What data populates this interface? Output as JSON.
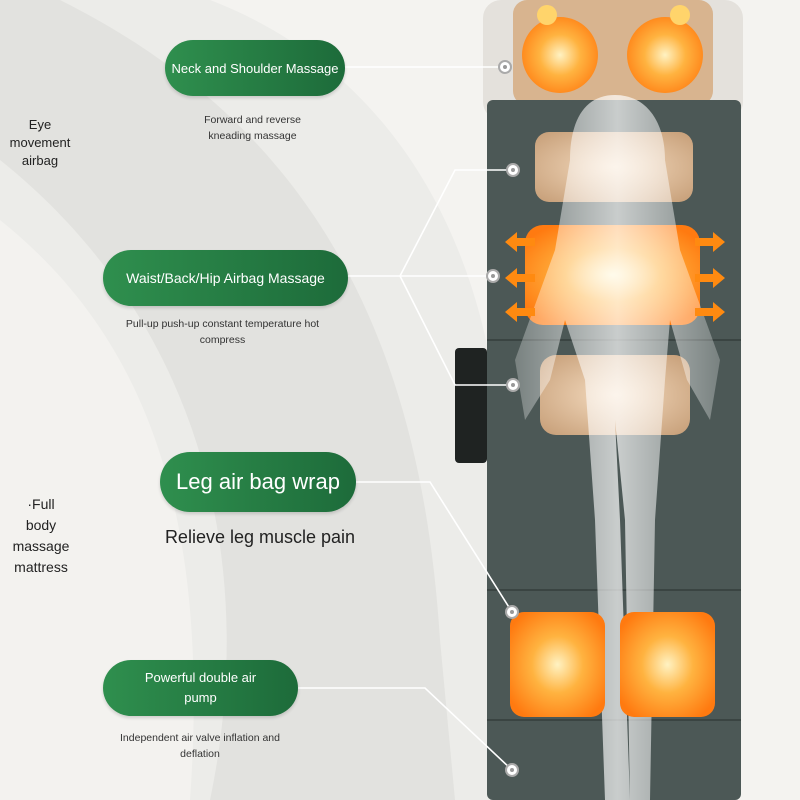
{
  "side_labels": {
    "eye": "Eye\nmovement\nairbag",
    "mattress": "·Full\nbody\nmassage\nmattress"
  },
  "features": [
    {
      "title": "Neck and Shoulder Massage",
      "subtitle": "Forward and reverse\nkneading massage"
    },
    {
      "title": "Waist/Back/Hip Airbag Massage",
      "subtitle": "Pull-up push-up constant temperature hot\ncompress"
    },
    {
      "title": "Leg air bag wrap",
      "subtitle": "Relieve leg muscle pain"
    },
    {
      "title": "Powerful double air\npump",
      "subtitle": "Independent air valve inflation and\ndeflation"
    }
  ],
  "colors": {
    "pill": "#1f7a41",
    "heat": "#ff9a2a",
    "mattress": "#4c5856"
  }
}
